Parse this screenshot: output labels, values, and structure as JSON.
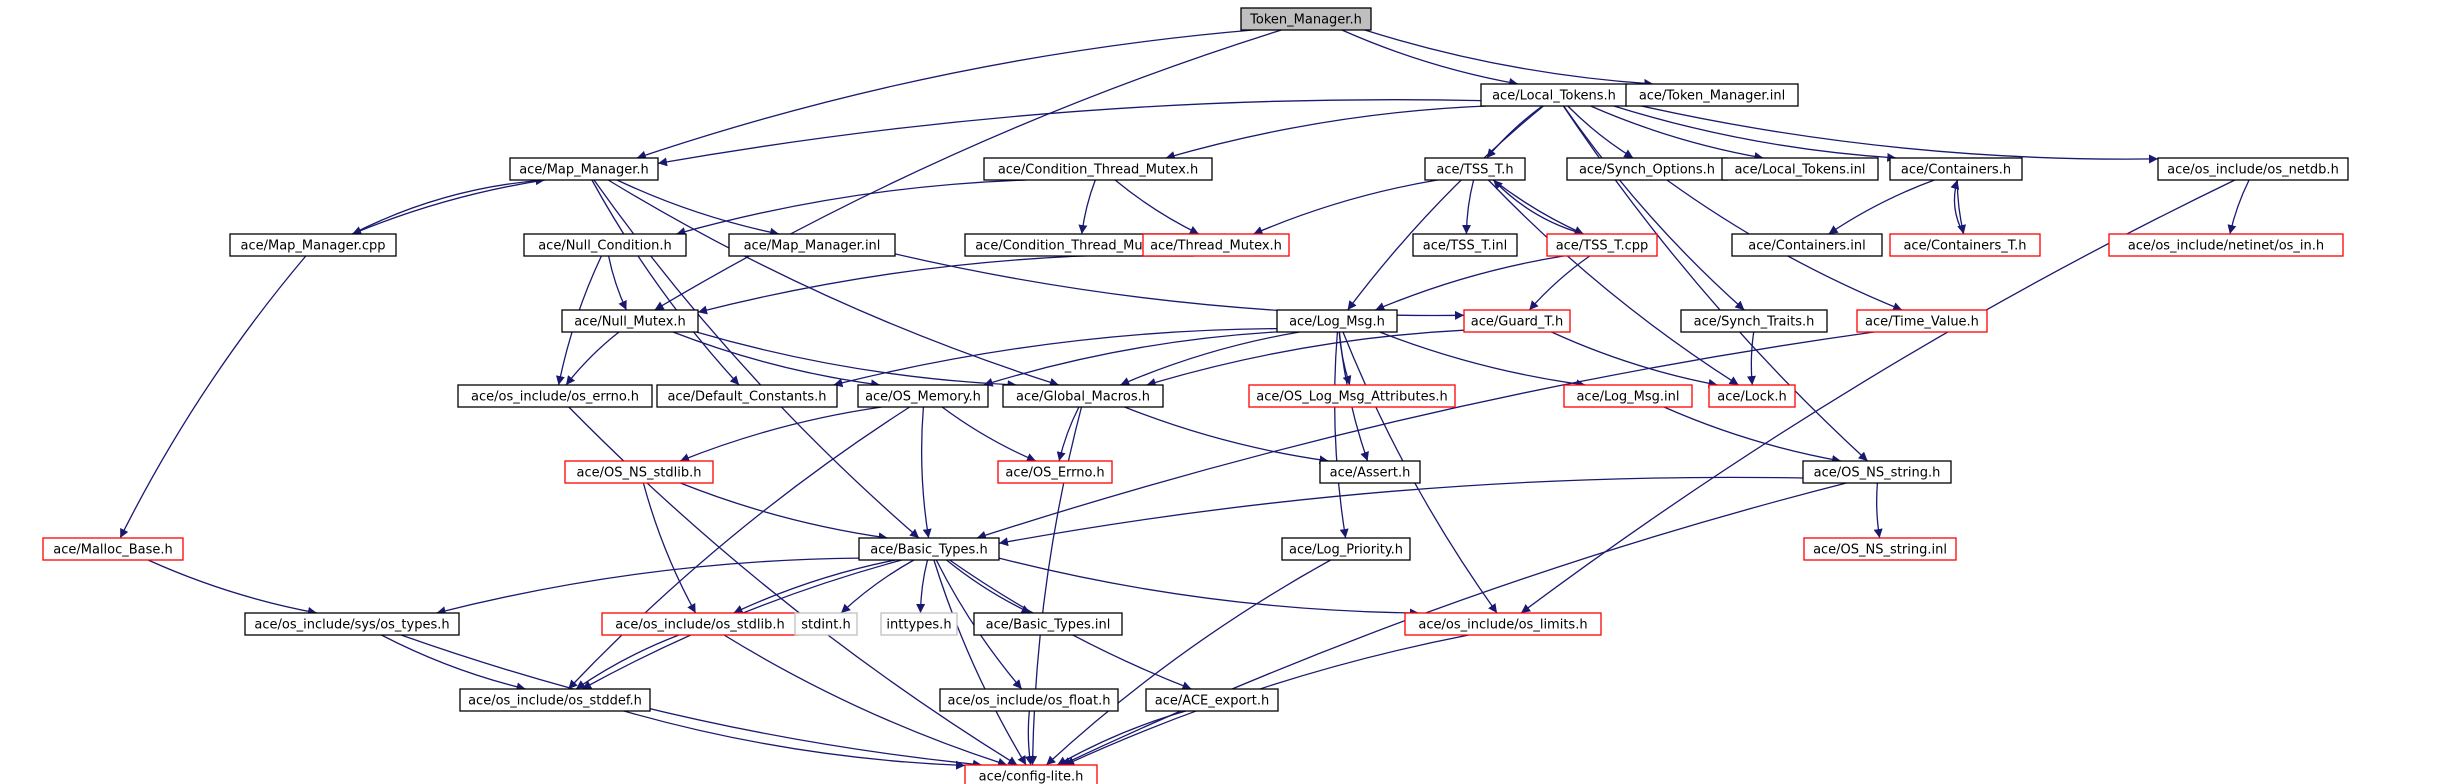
{
  "diagram": {
    "title": "",
    "nodes": [
      {
        "id": "token_manager_h",
        "label": "Token_Manager.h",
        "style": "root"
      },
      {
        "id": "local_tokens_h",
        "label": "ace/Local_Tokens.h",
        "style": "normal"
      },
      {
        "id": "token_manager_inl",
        "label": "ace/Token_Manager.inl",
        "style": "normal"
      },
      {
        "id": "map_manager_h",
        "label": "ace/Map_Manager.h",
        "style": "normal"
      },
      {
        "id": "cond_thread_mutex_h",
        "label": "ace/Condition_Thread_Mutex.h",
        "style": "normal"
      },
      {
        "id": "tss_t_h",
        "label": "ace/TSS_T.h",
        "style": "normal"
      },
      {
        "id": "synch_options_h",
        "label": "ace/Synch_Options.h",
        "style": "normal"
      },
      {
        "id": "local_tokens_inl",
        "label": "ace/Local_Tokens.inl",
        "style": "normal"
      },
      {
        "id": "containers_h",
        "label": "ace/Containers.h",
        "style": "normal"
      },
      {
        "id": "os_netdb_h",
        "label": "ace/os_include/os_netdb.h",
        "style": "normal"
      },
      {
        "id": "map_manager_cpp",
        "label": "ace/Map_Manager.cpp",
        "style": "normal"
      },
      {
        "id": "null_condition_h",
        "label": "ace/Null_Condition.h",
        "style": "normal"
      },
      {
        "id": "map_manager_inl",
        "label": "ace/Map_Manager.inl",
        "style": "normal"
      },
      {
        "id": "cond_thread_mutex_inl",
        "label": "ace/Condition_Thread_Mutex.inl",
        "style": "normal"
      },
      {
        "id": "thread_mutex_h",
        "label": "ace/Thread_Mutex.h",
        "style": "red"
      },
      {
        "id": "tss_t_inl",
        "label": "ace/TSS_T.inl",
        "style": "normal"
      },
      {
        "id": "tss_t_cpp",
        "label": "ace/TSS_T.cpp",
        "style": "red"
      },
      {
        "id": "containers_inl",
        "label": "ace/Containers.inl",
        "style": "normal"
      },
      {
        "id": "containers_t_h",
        "label": "ace/Containers_T.h",
        "style": "red"
      },
      {
        "id": "netinet_in_h",
        "label": "ace/os_include/netinet/os_in.h",
        "style": "red"
      },
      {
        "id": "null_mutex_h",
        "label": "ace/Null_Mutex.h",
        "style": "normal"
      },
      {
        "id": "log_msg_h",
        "label": "ace/Log_Msg.h",
        "style": "normal"
      },
      {
        "id": "guard_t_h",
        "label": "ace/Guard_T.h",
        "style": "red"
      },
      {
        "id": "synch_traits_h",
        "label": "ace/Synch_Traits.h",
        "style": "normal"
      },
      {
        "id": "time_value_h",
        "label": "ace/Time_Value.h",
        "style": "red"
      },
      {
        "id": "os_errno_h",
        "label": "ace/os_include/os_errno.h",
        "style": "normal"
      },
      {
        "id": "default_constants_h",
        "label": "ace/Default_Constants.h",
        "style": "normal"
      },
      {
        "id": "os_memory_h",
        "label": "ace/OS_Memory.h",
        "style": "normal"
      },
      {
        "id": "global_macros_h",
        "label": "ace/Global_Macros.h",
        "style": "normal"
      },
      {
        "id": "os_log_msg_attr_h",
        "label": "ace/OS_Log_Msg_Attributes.h",
        "style": "red"
      },
      {
        "id": "log_msg_inl",
        "label": "ace/Log_Msg.inl",
        "style": "red"
      },
      {
        "id": "lock_h",
        "label": "ace/Lock.h",
        "style": "red"
      },
      {
        "id": "os_ns_stdlib_h",
        "label": "ace/OS_NS_stdlib.h",
        "style": "red"
      },
      {
        "id": "ace_os_errno_h",
        "label": "ace/OS_Errno.h",
        "style": "red"
      },
      {
        "id": "assert_h",
        "label": "ace/Assert.h",
        "style": "normal"
      },
      {
        "id": "os_ns_string_h",
        "label": "ace/OS_NS_string.h",
        "style": "normal"
      },
      {
        "id": "malloc_base_h",
        "label": "ace/Malloc_Base.h",
        "style": "red"
      },
      {
        "id": "basic_types_h",
        "label": "ace/Basic_Types.h",
        "style": "normal"
      },
      {
        "id": "log_priority_h",
        "label": "ace/Log_Priority.h",
        "style": "normal"
      },
      {
        "id": "os_ns_string_inl",
        "label": "ace/OS_NS_string.inl",
        "style": "red"
      },
      {
        "id": "sys_os_types_h",
        "label": "ace/os_include/sys/os_types.h",
        "style": "normal"
      },
      {
        "id": "os_stdlib_h",
        "label": "ace/os_include/os_stdlib.h",
        "style": "red"
      },
      {
        "id": "stdint_h",
        "label": "stdint.h",
        "style": "gray"
      },
      {
        "id": "inttypes_h",
        "label": "inttypes.h",
        "style": "gray"
      },
      {
        "id": "basic_types_inl",
        "label": "ace/Basic_Types.inl",
        "style": "normal"
      },
      {
        "id": "os_limits_h",
        "label": "ace/os_include/os_limits.h",
        "style": "red"
      },
      {
        "id": "os_stddef_h",
        "label": "ace/os_include/os_stddef.h",
        "style": "normal"
      },
      {
        "id": "os_float_h",
        "label": "ace/os_include/os_float.h",
        "style": "normal"
      },
      {
        "id": "ace_export_h",
        "label": "ace/ACE_export.h",
        "style": "normal"
      },
      {
        "id": "config_lite_h",
        "label": "ace/config-lite.h",
        "style": "red"
      }
    ],
    "edges": [
      [
        "token_manager_h",
        "local_tokens_h"
      ],
      [
        "token_manager_h",
        "token_manager_inl"
      ],
      [
        "token_manager_h",
        "map_manager_h"
      ],
      [
        "token_manager_h",
        "null_mutex_h"
      ],
      [
        "local_tokens_h",
        "map_manager_h"
      ],
      [
        "local_tokens_h",
        "cond_thread_mutex_h"
      ],
      [
        "local_tokens_h",
        "tss_t_h"
      ],
      [
        "local_tokens_h",
        "synch_options_h"
      ],
      [
        "local_tokens_h",
        "local_tokens_inl"
      ],
      [
        "local_tokens_h",
        "containers_h"
      ],
      [
        "local_tokens_h",
        "os_netdb_h"
      ],
      [
        "local_tokens_h",
        "log_msg_h"
      ],
      [
        "local_tokens_h",
        "os_ns_string_h"
      ],
      [
        "local_tokens_h",
        "synch_traits_h"
      ],
      [
        "map_manager_h",
        "map_manager_cpp"
      ],
      [
        "map_manager_h",
        "map_manager_inl"
      ],
      [
        "map_manager_h",
        "global_macros_h"
      ],
      [
        "map_manager_h",
        "default_constants_h"
      ],
      [
        "map_manager_h",
        "basic_types_h"
      ],
      [
        "map_manager_cpp",
        "map_manager_h"
      ],
      [
        "map_manager_cpp",
        "malloc_base_h"
      ],
      [
        "cond_thread_mutex_h",
        "cond_thread_mutex_inl"
      ],
      [
        "cond_thread_mutex_h",
        "thread_mutex_h"
      ],
      [
        "cond_thread_mutex_h",
        "null_condition_h"
      ],
      [
        "tss_t_h",
        "tss_t_inl"
      ],
      [
        "tss_t_h",
        "tss_t_cpp"
      ],
      [
        "tss_t_h",
        "thread_mutex_h"
      ],
      [
        "tss_t_h",
        "lock_h"
      ],
      [
        "tss_t_cpp",
        "tss_t_h"
      ],
      [
        "tss_t_cpp",
        "log_msg_h"
      ],
      [
        "tss_t_cpp",
        "guard_t_h"
      ],
      [
        "synch_options_h",
        "time_value_h"
      ],
      [
        "containers_h",
        "containers_inl"
      ],
      [
        "containers_h",
        "containers_t_h"
      ],
      [
        "containers_t_h",
        "containers_h"
      ],
      [
        "os_netdb_h",
        "netinet_in_h"
      ],
      [
        "os_netdb_h",
        "os_limits_h"
      ],
      [
        "null_condition_h",
        "null_mutex_h"
      ],
      [
        "null_condition_h",
        "os_errno_h"
      ],
      [
        "thread_mutex_h",
        "null_mutex_h"
      ],
      [
        "map_manager_inl",
        "guard_t_h"
      ],
      [
        "null_mutex_h",
        "os_errno_h"
      ],
      [
        "null_mutex_h",
        "os_memory_h"
      ],
      [
        "null_mutex_h",
        "global_macros_h"
      ],
      [
        "log_msg_h",
        "default_constants_h"
      ],
      [
        "log_msg_h",
        "global_macros_h"
      ],
      [
        "log_msg_h",
        "os_log_msg_attr_h"
      ],
      [
        "log_msg_h",
        "log_msg_inl"
      ],
      [
        "log_msg_h",
        "log_priority_h"
      ],
      [
        "log_msg_h",
        "os_limits_h"
      ],
      [
        "log_msg_h",
        "assert_h"
      ],
      [
        "log_msg_h",
        "os_memory_h"
      ],
      [
        "guard_t_h",
        "lock_h"
      ],
      [
        "guard_t_h",
        "global_macros_h"
      ],
      [
        "synch_traits_h",
        "lock_h"
      ],
      [
        "time_value_h",
        "basic_types_h"
      ],
      [
        "os_errno_h",
        "config_lite_h"
      ],
      [
        "os_memory_h",
        "os_ns_stdlib_h"
      ],
      [
        "os_memory_h",
        "ace_os_errno_h"
      ],
      [
        "os_memory_h",
        "basic_types_h"
      ],
      [
        "os_memory_h",
        "os_stddef_h"
      ],
      [
        "global_macros_h",
        "ace_os_errno_h"
      ],
      [
        "global_macros_h",
        "assert_h"
      ],
      [
        "global_macros_h",
        "config_lite_h"
      ],
      [
        "log_msg_inl",
        "os_ns_string_h"
      ],
      [
        "os_ns_stdlib_h",
        "basic_types_h"
      ],
      [
        "os_ns_stdlib_h",
        "os_stdlib_h"
      ],
      [
        "os_ns_string_h",
        "basic_types_h"
      ],
      [
        "os_ns_string_h",
        "os_ns_string_inl"
      ],
      [
        "os_ns_string_h",
        "config_lite_h"
      ],
      [
        "malloc_base_h",
        "sys_os_types_h"
      ],
      [
        "basic_types_h",
        "sys_os_types_h"
      ],
      [
        "basic_types_h",
        "os_stdlib_h"
      ],
      [
        "basic_types_h",
        "stdint_h"
      ],
      [
        "basic_types_h",
        "inttypes_h"
      ],
      [
        "basic_types_h",
        "basic_types_inl"
      ],
      [
        "basic_types_h",
        "os_limits_h"
      ],
      [
        "basic_types_h",
        "os_stddef_h"
      ],
      [
        "basic_types_h",
        "os_float_h"
      ],
      [
        "basic_types_h",
        "ace_export_h"
      ],
      [
        "basic_types_h",
        "config_lite_h"
      ],
      [
        "log_priority_h",
        "config_lite_h"
      ],
      [
        "sys_os_types_h",
        "os_stddef_h"
      ],
      [
        "sys_os_types_h",
        "config_lite_h"
      ],
      [
        "os_stdlib_h",
        "os_stddef_h"
      ],
      [
        "os_stdlib_h",
        "config_lite_h"
      ],
      [
        "os_limits_h",
        "config_lite_h"
      ],
      [
        "os_stddef_h",
        "config_lite_h"
      ],
      [
        "os_float_h",
        "config_lite_h"
      ],
      [
        "ace_export_h",
        "config_lite_h"
      ]
    ]
  }
}
